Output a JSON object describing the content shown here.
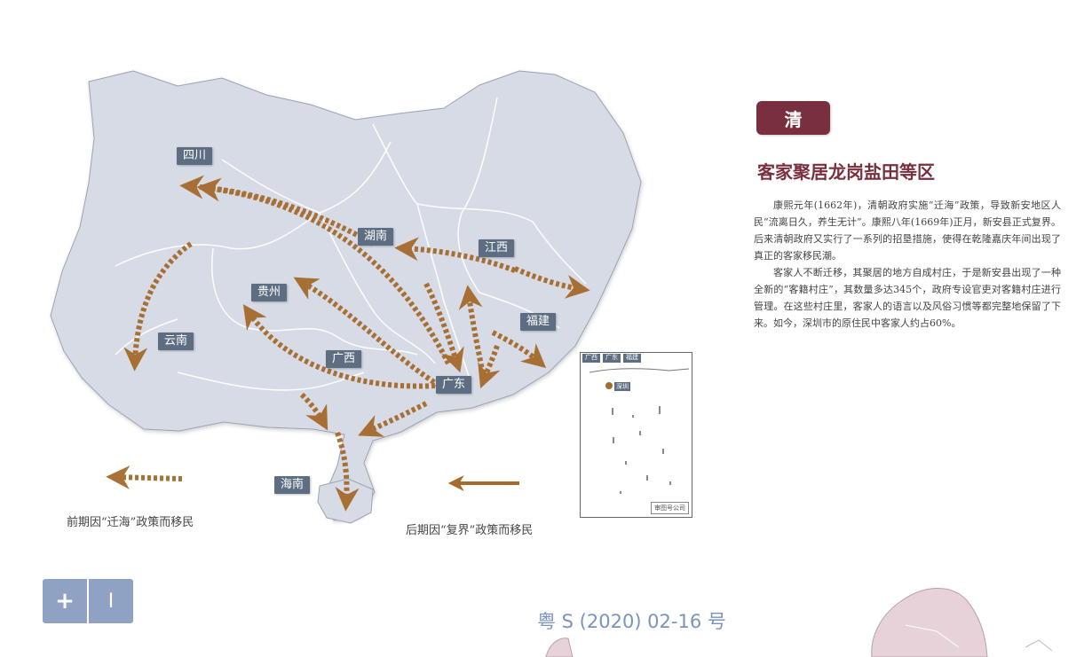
{
  "map": {
    "provinces": [
      {
        "key": "sichuan",
        "label": "四川"
      },
      {
        "key": "hunan",
        "label": "湖南"
      },
      {
        "key": "jiangxi",
        "label": "江西"
      },
      {
        "key": "guizhou",
        "label": "贵州"
      },
      {
        "key": "fujian",
        "label": "福建"
      },
      {
        "key": "yunnan",
        "label": "云南"
      },
      {
        "key": "guangxi",
        "label": "广西"
      },
      {
        "key": "guangdong",
        "label": "广东"
      },
      {
        "key": "hainan",
        "label": "海南"
      }
    ],
    "legend": {
      "early": "前期因“迁海”政策而移民",
      "late": "后期因“复界”政策而移民"
    },
    "colors": {
      "land": "#d6dbe5",
      "border": "#ffffff",
      "arrow": "#a66a2c",
      "label_bg": "#5d6e82"
    }
  },
  "inset": {
    "header": [
      "广西",
      "广东",
      "福建"
    ],
    "city": "深圳",
    "footer": "审图号公司"
  },
  "panel": {
    "era": "清",
    "title": "客家聚居龙岗盐田等区",
    "paragraphs": [
      "康熙元年(1662年)，清朝政府实施“迁海”政策，导致新安地区人民“流离日久，养生无计”。康熙八年(1669年)正月，新安县正式复界。后来清朝政府又实行了一系列的招垦措施，使得在乾隆嘉庆年间出现了真正的客家移民潮。",
      "客家人不断迁移，其聚居的地方自成村庄，于是新安县出现了一种全新的“客籍村庄”，其数量多达345个，政府专设官吏对客籍村庄进行管理。在这些村庄里，客家人的语言以及风俗习惯等都完整地保留了下来。如今，深圳市的原住民中客家人约占60%。"
    ]
  },
  "controls": {
    "zoom_in": "+",
    "zoom_out": "I"
  },
  "map_number": "粤 S (2020) 02-16 号"
}
